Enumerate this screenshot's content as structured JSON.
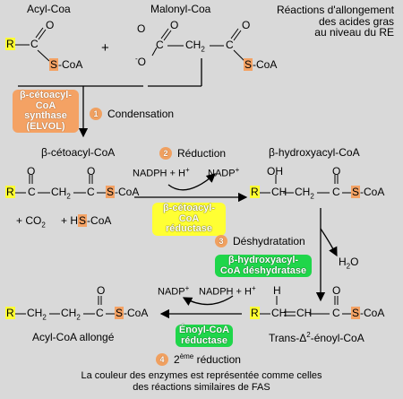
{
  "header": {
    "acyl_coa": "Acyl-Coa",
    "malonyl_coa": "Malonyl-Coa",
    "corner_line1": "Réactions d'allongement",
    "corner_line2": "des acides gras",
    "corner_line3": "au niveau du RE"
  },
  "atoms": {
    "R": "R",
    "C": "C",
    "O": "O",
    "S": "S",
    "CoA": "-CoA",
    "ch2": "CH",
    "h": "H",
    "oh": "OH",
    "minus": "-",
    "plus": "+"
  },
  "enzymes": {
    "ketoacyl_synthase": [
      "β-cétoacyl-",
      "CoA synthase",
      "(ELVOL)"
    ],
    "ketoacyl_reductase": [
      "β-cétoacyl-",
      "CoA réductase"
    ],
    "hydroxyacyl_dehydratase": [
      "β-hydroxyacyl-",
      "CoA déshydratase"
    ],
    "enoyl_reductase": [
      "Énoyl-CoA",
      "réductase"
    ]
  },
  "steps": {
    "s1": {
      "num": "1",
      "label": "Condensation"
    },
    "s2": {
      "num": "2",
      "label": "Réduction"
    },
    "s3": {
      "num": "3",
      "label": "Déshydratation"
    },
    "s4": {
      "num": "4",
      "label_pre": "2",
      "label_sup": "ème",
      "label_post": " réduction"
    }
  },
  "molecules": {
    "ketoacyl": "β-cétoacyl-CoA",
    "hydroxyacyl": "β-hydroxyacyl-CoA",
    "enoyl": "Trans-Δ",
    "enoyl_sup": "2",
    "enoyl_post": "-énoyl-CoA",
    "elongated": "Acyl-CoA allongé"
  },
  "cofactors": {
    "nadph_h": "NADPH + H",
    "nadp": "NADP",
    "co2": "+ CO",
    "hs_coa_pre": "+ H",
    "h2o": "H",
    "h2o_post": "O"
  },
  "footer": {
    "line1": "La couleur des enzymes est représentée comme celles",
    "line2": "des réactions similaires de FAS"
  },
  "colors": {
    "r_group": "#ffff33",
    "sulfur": "#f4a264",
    "background": "#d9d9d9",
    "enzyme_green": "#1fd64a"
  }
}
